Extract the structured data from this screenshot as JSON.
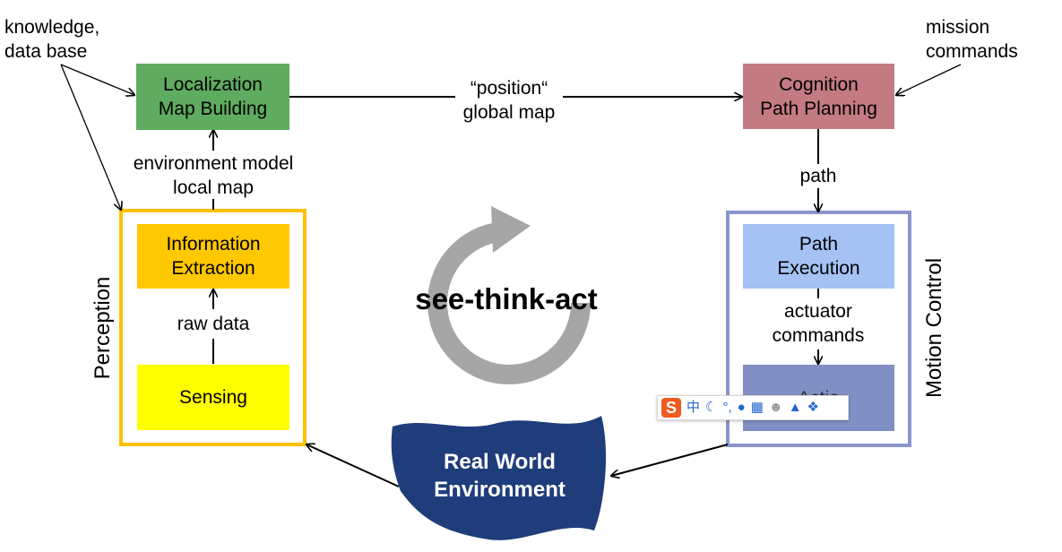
{
  "colors": {
    "localization": "#5fac60",
    "cognition": "#c47a82",
    "info_extraction": "#ffc800",
    "sensing": "#ffff00",
    "perception_border": "#ffc000",
    "path_execution": "#a4c2f4",
    "actuation": "#8090c4",
    "motion_border": "#8a95cc",
    "real_world": "#1f3d7a",
    "cycle_arrow": "#a6a6a6"
  },
  "labels": {
    "knowledge_line1": "knowledge,",
    "knowledge_line2": "data base",
    "mission_line1": "mission",
    "mission_line2": "commands",
    "position_line1": "“position“",
    "position_line2": "global map",
    "env_model_line1": "environment model",
    "env_model_line2": "local map",
    "raw_data": "raw data",
    "path": "path",
    "actuator_line1": "actuator",
    "actuator_line2": "commands",
    "perception": "Perception",
    "motion_control": "Motion Control",
    "slogan": "see-think-act"
  },
  "boxes": {
    "localization_line1": "Localization",
    "localization_line2": "Map Building",
    "cognition_line1": "Cognition",
    "cognition_line2": "Path Planning",
    "info_line1": "Information",
    "info_line2": "Extraction",
    "sensing": "Sensing",
    "path_exec_line1": "Path",
    "path_exec_line2": "Execution",
    "actuation": "Actio"
  },
  "real_world": {
    "line1": "Real World",
    "line2": "Environment"
  },
  "ime_toolbar": {
    "logo": "S",
    "mode": "中",
    "icons": [
      "moon-icon",
      "punctuation-icon",
      "microphone-icon",
      "keyboard-icon",
      "user-icon",
      "shirt-icon",
      "wrench-icon"
    ]
  }
}
